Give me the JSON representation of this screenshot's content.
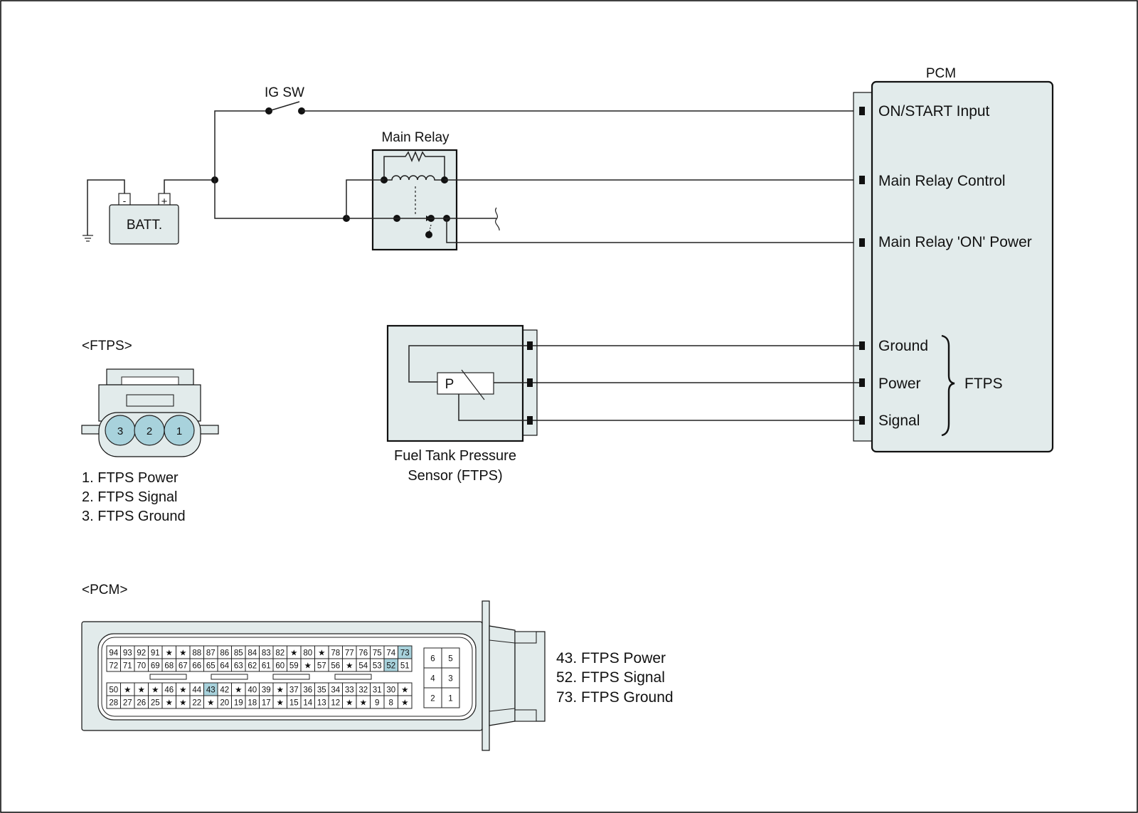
{
  "colors": {
    "component_fill": "#e2ebeb",
    "pin_highlight": "#a8d2dc",
    "line": "#222222"
  },
  "ig_switch": {
    "label": "IG SW"
  },
  "battery": {
    "label": "BATT.",
    "neg": "-",
    "pos": "+"
  },
  "main_relay": {
    "label": "Main Relay"
  },
  "pcm": {
    "label": "PCM",
    "pins": {
      "on_start": "ON/START Input",
      "relay_control": "Main Relay Control",
      "relay_on_power": "Main Relay 'ON' Power",
      "ground": "Ground",
      "power": "Power",
      "signal": "Signal"
    },
    "group_label": "FTPS"
  },
  "sensor": {
    "symbol": "P",
    "caption_line1": "Fuel Tank Pressure",
    "caption_line2": "Sensor (FTPS)"
  },
  "ftps_connector": {
    "title": "<FTPS>",
    "pins": [
      "3",
      "2",
      "1"
    ],
    "legend": [
      "1. FTPS Power",
      "2. FTPS Signal",
      "3. FTPS Ground"
    ]
  },
  "pcm_connector": {
    "title": "<PCM>",
    "row1": [
      "94",
      "93",
      "92",
      "91",
      "★",
      "★",
      "88",
      "87",
      "86",
      "85",
      "84",
      "83",
      "82",
      "★",
      "80",
      "★",
      "78",
      "77",
      "76",
      "75",
      "74",
      "73"
    ],
    "row2": [
      "72",
      "71",
      "70",
      "69",
      "68",
      "67",
      "66",
      "65",
      "64",
      "63",
      "62",
      "61",
      "60",
      "59",
      "★",
      "57",
      "56",
      "★",
      "54",
      "53",
      "52",
      "51"
    ],
    "row3": [
      "50",
      "★",
      "★",
      "★",
      "46",
      "★",
      "44",
      "43",
      "42",
      "★",
      "40",
      "39",
      "★",
      "37",
      "36",
      "35",
      "34",
      "33",
      "32",
      "31",
      "30",
      "★"
    ],
    "row4": [
      "28",
      "27",
      "26",
      "25",
      "★",
      "★",
      "22",
      "★",
      "20",
      "19",
      "18",
      "17",
      "★",
      "15",
      "14",
      "13",
      "12",
      "★",
      "★",
      "9",
      "8",
      "★"
    ],
    "small_grid": [
      [
        "6",
        "5"
      ],
      [
        "4",
        "3"
      ],
      [
        "2",
        "1"
      ]
    ],
    "highlighted": [
      "73",
      "52",
      "43"
    ],
    "legend": [
      "43. FTPS Power",
      "52. FTPS Signal",
      "73. FTPS Ground"
    ]
  }
}
